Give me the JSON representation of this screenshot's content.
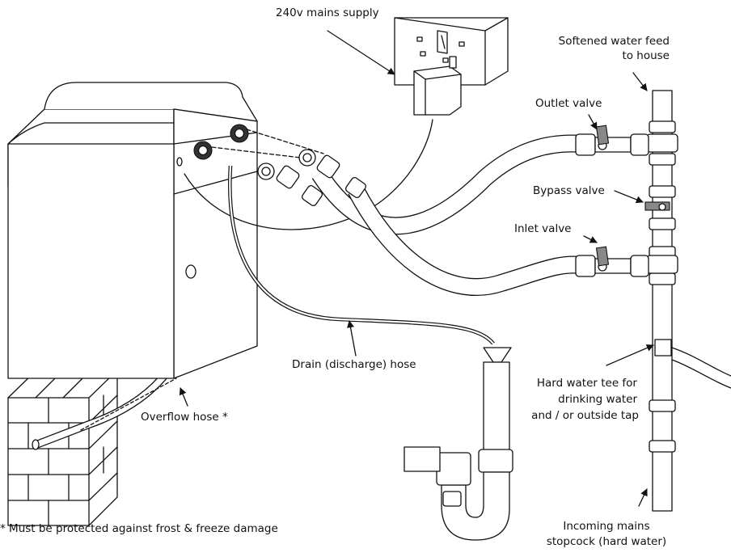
{
  "labels": {
    "mains": "240v mains supply",
    "softened_1": "Softened water feed",
    "softened_2": "to house",
    "outlet": "Outlet valve",
    "bypass": "Bypass valve",
    "inlet": "Inlet valve",
    "drain": "Drain (discharge) hose",
    "tee_1": "Hard water tee for",
    "tee_2": "drinking water",
    "tee_3": "and / or outside tap",
    "overflow": "Overflow hose *",
    "footnote": "* Must be protected against frost & freeze damage",
    "incoming_1": "Incoming mains",
    "incoming_2": "stopcock (hard water)"
  }
}
